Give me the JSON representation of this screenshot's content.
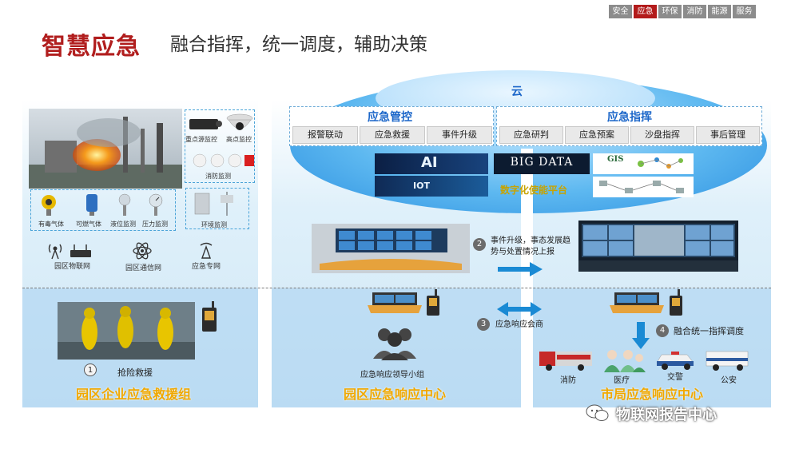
{
  "nav": {
    "items": [
      "安全",
      "应急",
      "环保",
      "消防",
      "能源",
      "服务"
    ],
    "active": "应急"
  },
  "title": "智慧应急",
  "subtitle": "融合指挥，统一调度，辅助决策",
  "left": {
    "monitors": {
      "key_source": "重点源监控",
      "high_point": "高点监控",
      "fire": "消防监测",
      "env": "环境监测"
    },
    "sensors": [
      "有毒气体",
      "可燃气体",
      "液位监测",
      "压力监测"
    ],
    "networks": [
      "园区物联网",
      "园区通信网",
      "应急专网"
    ],
    "rescue_step": "1",
    "rescue_label": "抢险救援",
    "org": "园区企业应急救援组"
  },
  "cloud": {
    "label": "云",
    "control": {
      "title": "应急管控",
      "buttons": [
        "报警联动",
        "应急救援",
        "事件升级"
      ]
    },
    "command": {
      "title": "应急指挥",
      "buttons": [
        "应急研判",
        "应急预案",
        "沙盘指挥",
        "事后管理"
      ]
    },
    "tiles": {
      "ai": "AI",
      "iot": "IOT",
      "bigdata": "BIG DATA",
      "gis": "GIS"
    },
    "platform": "数字化使能平台"
  },
  "middle": {
    "step2_num": "2",
    "step2_text": "事件升级，事态发展趋势与处置情况上报",
    "step3_num": "3",
    "step3_text": "应急响应会商",
    "group_label": "应急响应领导小组",
    "org": "园区应急响应中心"
  },
  "right": {
    "step4_num": "4",
    "step4_text": "融合统一指挥调度",
    "services": [
      "消防",
      "医疗",
      "交警",
      "公安"
    ],
    "org": "市局应急响应中心"
  },
  "watermark": "物联网报告中心",
  "colors": {
    "brand_red": "#b11e1e",
    "accent_blue": "#1b66c9",
    "org_gold": "#f0a800",
    "arrow_blue": "#1a8ad4"
  }
}
